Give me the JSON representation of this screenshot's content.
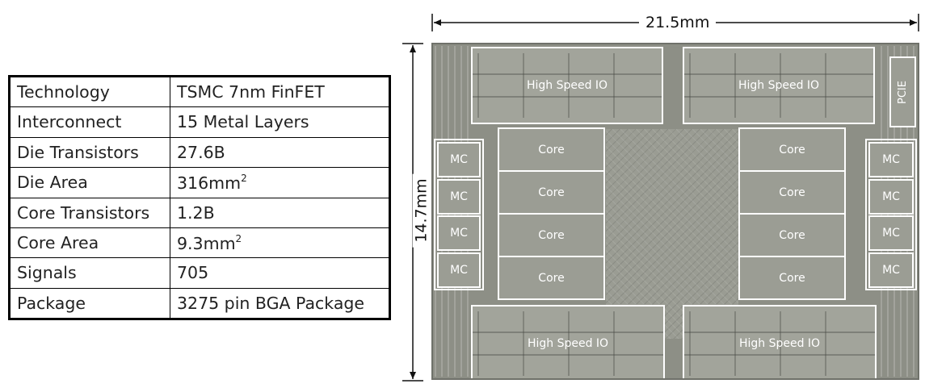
{
  "spec_table": {
    "rows": [
      {
        "label": "Technology",
        "value": "TSMC 7nm FinFET"
      },
      {
        "label": "Interconnect",
        "value": "15 Metal Layers"
      },
      {
        "label": "Die Transistors",
        "value": "27.6B"
      },
      {
        "label": "Die Area",
        "value": "316mm",
        "sup": "2"
      },
      {
        "label": "Core Transistors",
        "value": "1.2B"
      },
      {
        "label": "Core Area",
        "value": "9.3mm",
        "sup": "2"
      },
      {
        "label": "Signals",
        "value": "705"
      },
      {
        "label": "Package",
        "value": "3275 pin BGA Package"
      }
    ]
  },
  "die": {
    "width_label": "21.5mm",
    "height_label": "14.7mm",
    "blocks": {
      "hsio_label": "High Speed IO",
      "pcie_label": "PCIE",
      "core_label": "Core",
      "mc_label": "MC"
    }
  },
  "colors": {
    "die_fill": "#8d8f86",
    "block_outline": "#ffffff",
    "text": "#222222"
  }
}
